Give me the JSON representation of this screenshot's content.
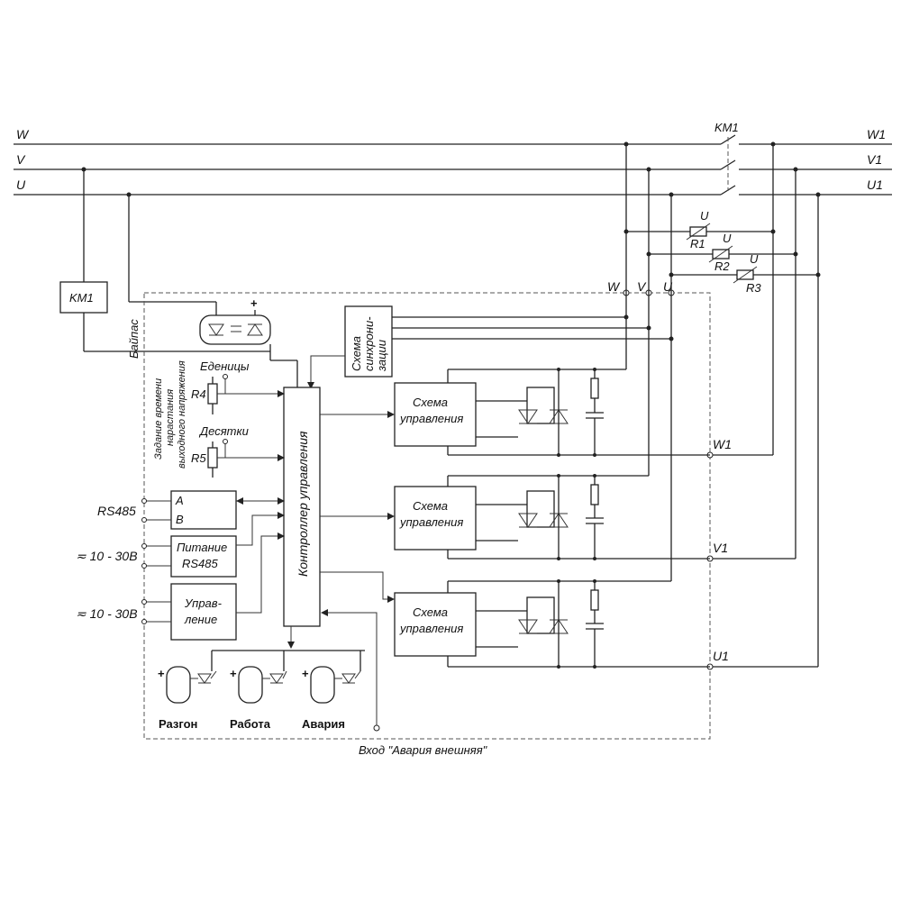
{
  "phases_in": {
    "w": "W",
    "v": "V",
    "u": "U"
  },
  "phases_out": {
    "w1": "W1",
    "v1": "V1",
    "u1": "U1"
  },
  "contactor": "KM1",
  "km1_box": "KM1",
  "bypass": "Байпас",
  "sync_lines": [
    "Схема",
    "синхрони-",
    "зации"
  ],
  "resistors": {
    "r1": "R1",
    "r2": "R2",
    "r3": "R3",
    "r_phase": "U"
  },
  "inner_phases": {
    "w": "W",
    "v": "V",
    "u": "U"
  },
  "units_label": "Еденицы",
  "tens_label": "Десятки",
  "r4": "R4",
  "r5": "R5",
  "ramp_lines": [
    "Задание времени",
    "нарастания",
    "выходного напряжения"
  ],
  "rs485": {
    "label": "RS485",
    "a": "A",
    "b": "B"
  },
  "power_box": [
    "Питание",
    "RS485"
  ],
  "control_box": [
    "Управ-",
    "ление"
  ],
  "ac_supply": "≂ 10 - 30В",
  "controller": "Контроллер управления",
  "schema_box": [
    "Схема",
    "управления"
  ],
  "indicators": [
    "Разгон",
    "Работа",
    "Авария"
  ],
  "external_fault": "Вход \"Авария внешняя\""
}
